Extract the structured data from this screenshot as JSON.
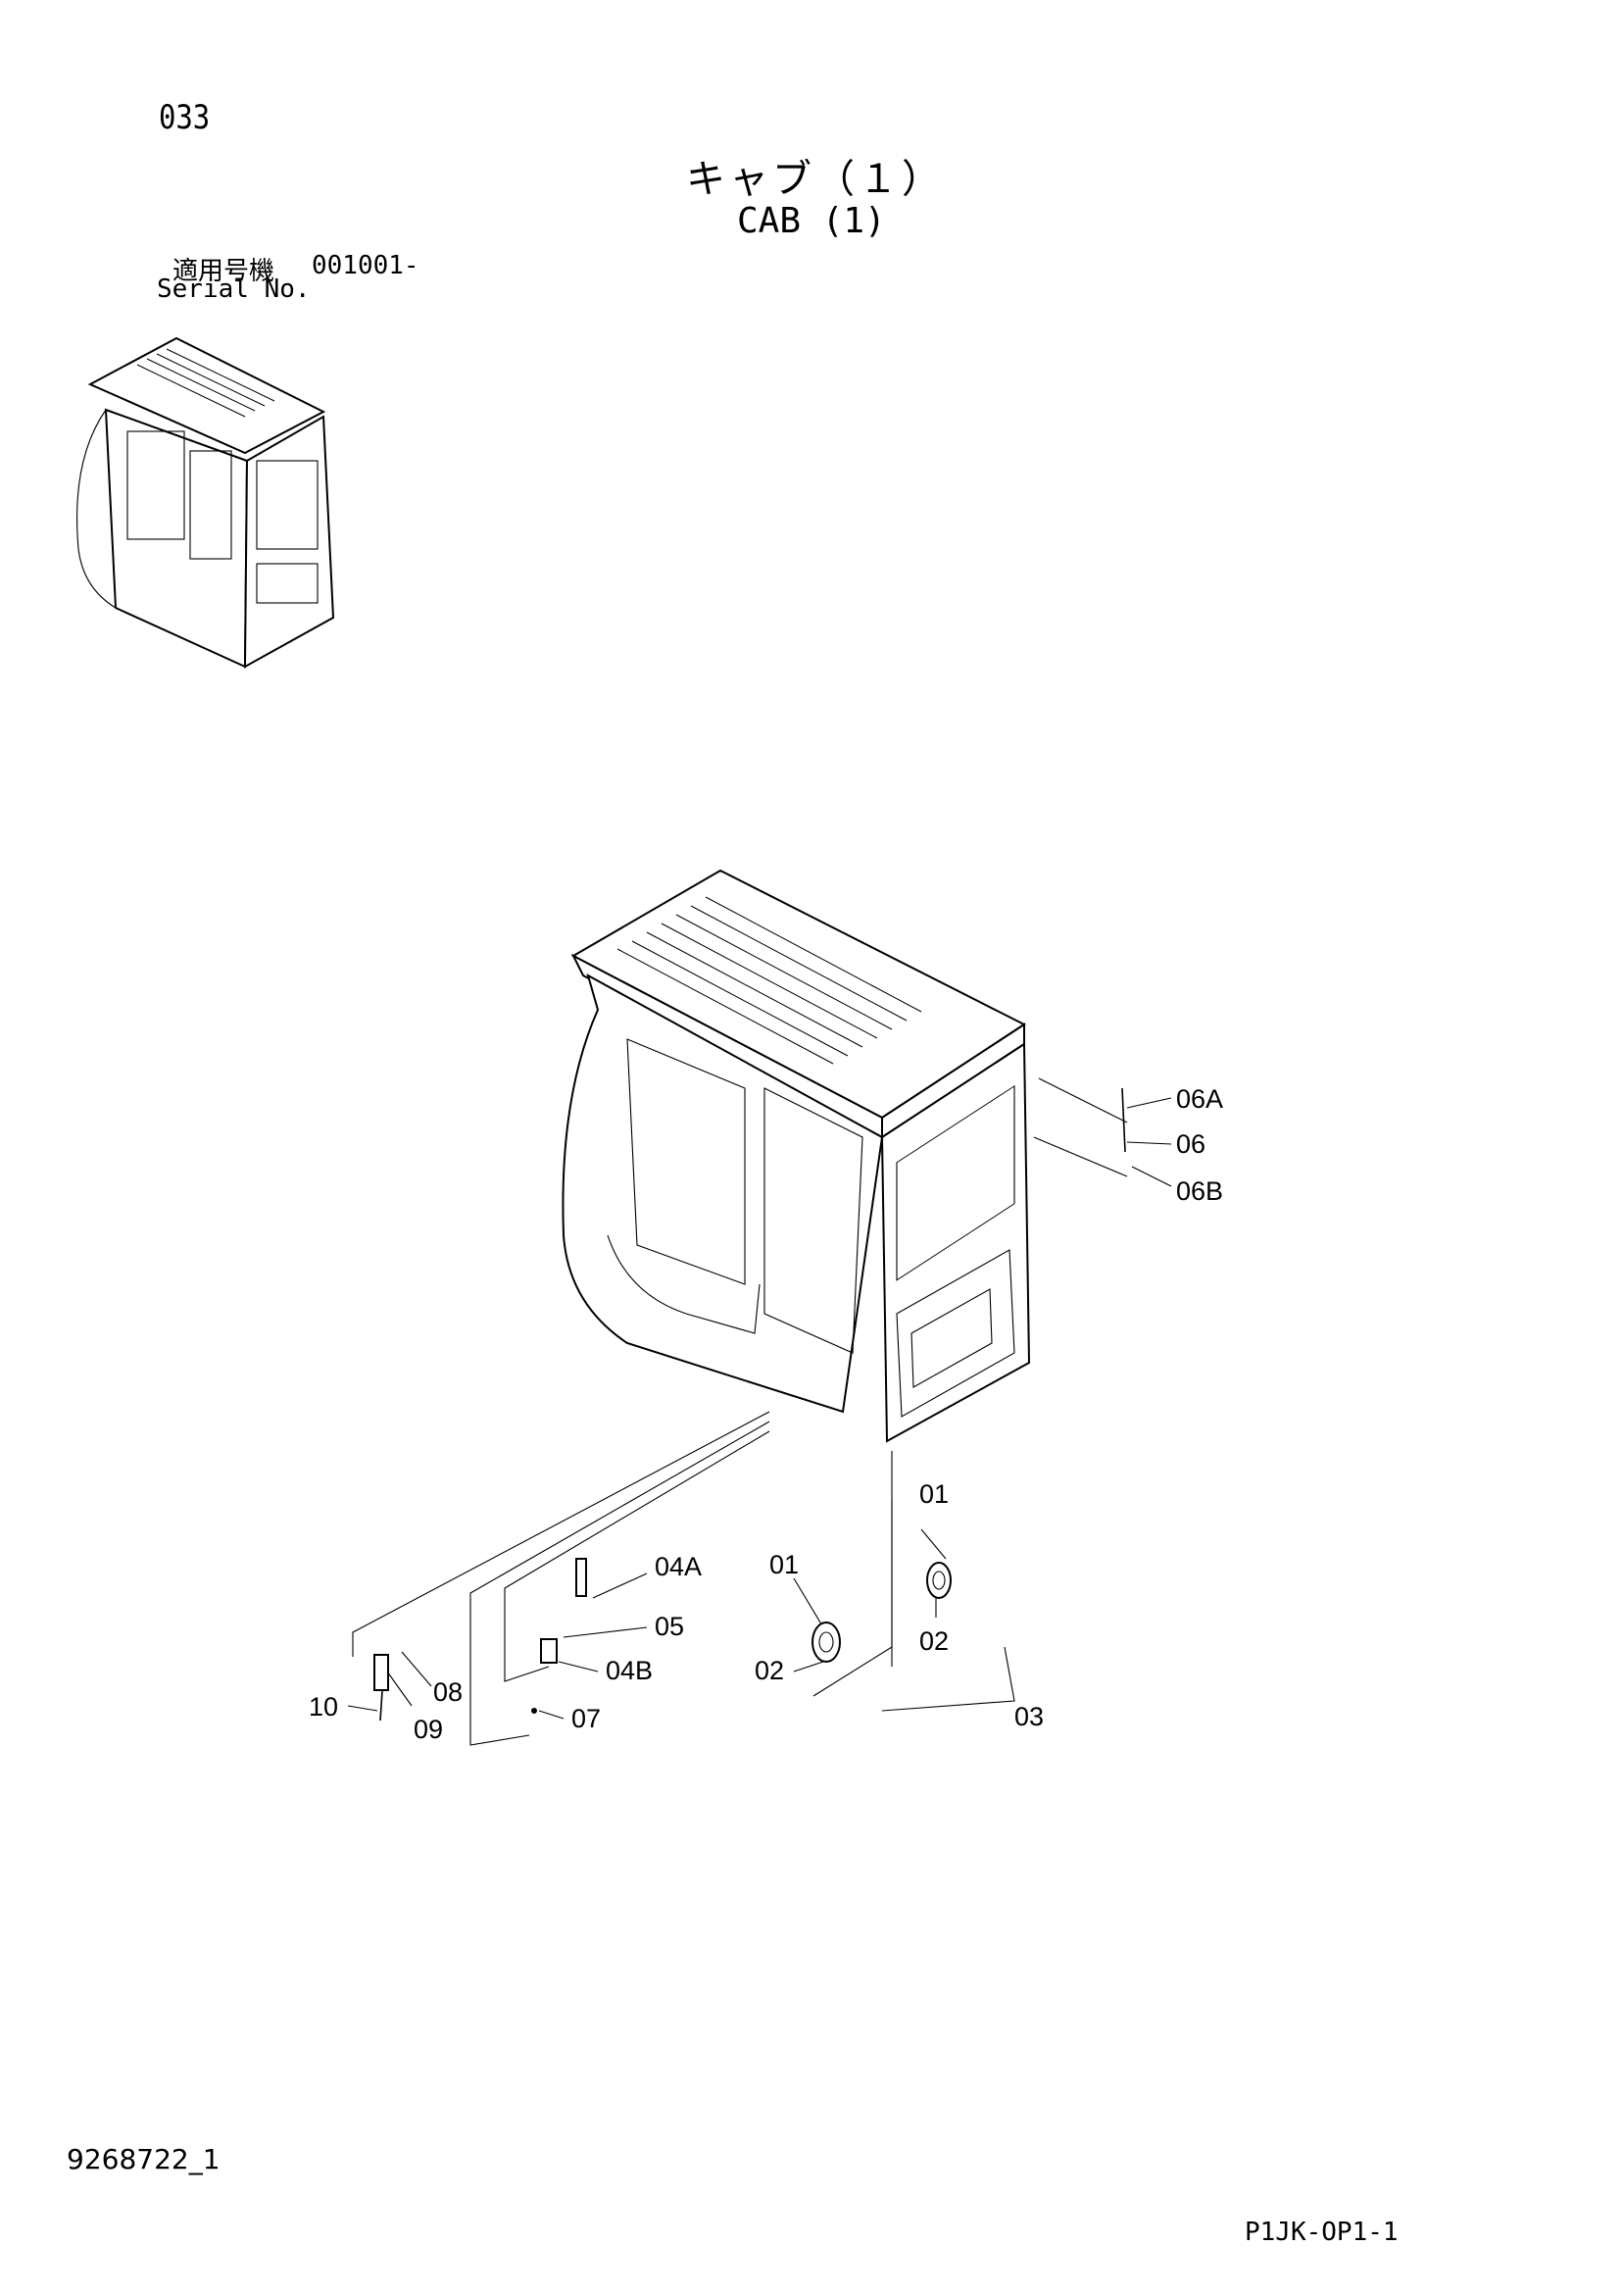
{
  "header": {
    "page_number": "033",
    "title_jp": "キャブ（１）",
    "title_en": "CAB (1)",
    "serial_label_jp": "適用号機",
    "serial_value": "001001-",
    "serial_label_en": "Serial No."
  },
  "callouts": [
    "06A",
    "06",
    "06B",
    "01",
    "01",
    "02",
    "02",
    "03",
    "04A",
    "05",
    "04B",
    "07",
    "08",
    "09",
    "10"
  ],
  "footer": {
    "document_number": "9268722_1",
    "page_code": "P1JK-OP1-1"
  }
}
